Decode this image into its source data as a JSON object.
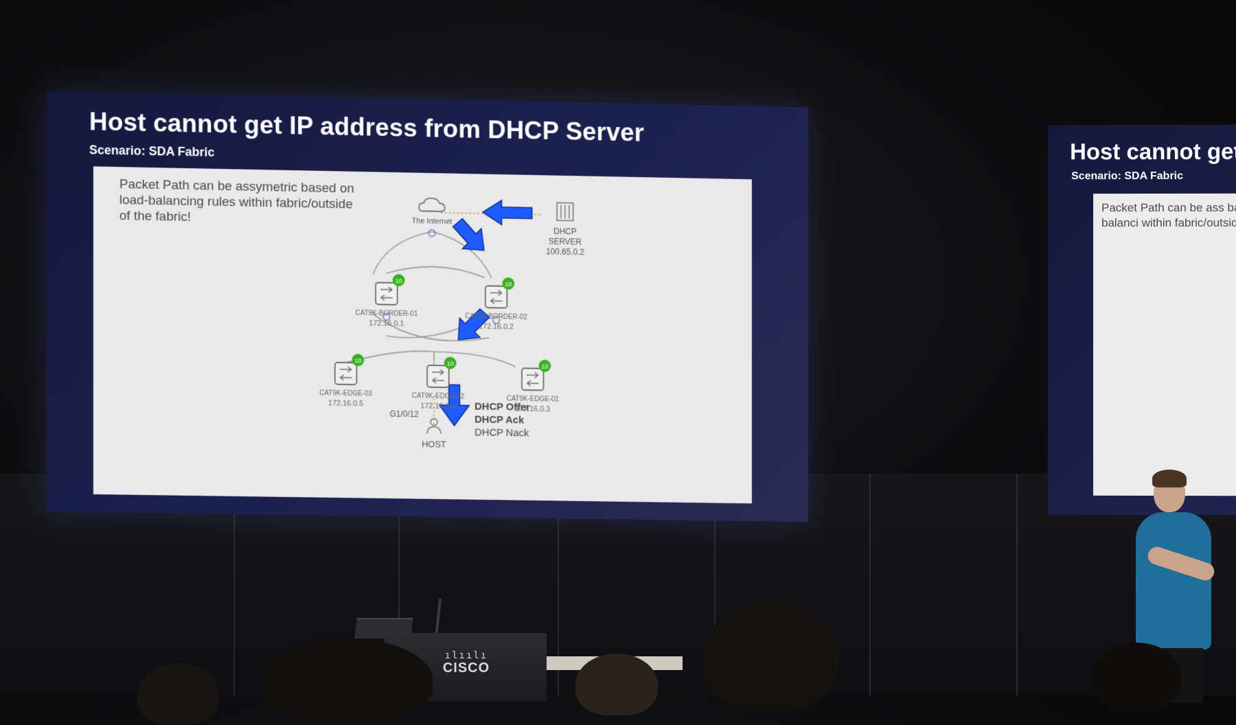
{
  "slide": {
    "title": "Host cannot get IP address from DHCP Server",
    "subtitle": "Scenario: SDA Fabric",
    "note": "Packet Path can be assymetric based on load-balancing rules within fabric/outside of the fabric!"
  },
  "diagram": {
    "internet_label": "The Internet",
    "dhcp_server": {
      "line1": "DHCP",
      "line2": "SERVER",
      "ip": "100.65.0.2"
    },
    "badge_text": "10",
    "devices": [
      {
        "name": "CAT9K-BORDER-01",
        "ip": "172.16.0.1"
      },
      {
        "name": "CAT9K-BORDER-02",
        "ip": "172.16.0.2"
      },
      {
        "name": "CAT9K-EDGE-03",
        "ip": "172.16.0.5"
      },
      {
        "name": "CAT9K-EDGE-02",
        "ip": "172.16.0.4"
      },
      {
        "name": "CAT9K-EDGE-01",
        "ip": "172.16.0.3"
      }
    ],
    "port_label": "G1/0/12",
    "host_label": "HOST",
    "messages": [
      "DHCP Offer",
      "DHCP Ack",
      "DHCP Nack"
    ],
    "arrow_color": "#1f5cff"
  },
  "second_slide": {
    "title": "Host cannot get",
    "subtitle": "Scenario: SDA Fabric",
    "note": "Packet Path can be ass based on load-balanci within fabric/outside o"
  },
  "podium": {
    "logo_bars": "ılıılı",
    "logo_word": "CISCO"
  }
}
